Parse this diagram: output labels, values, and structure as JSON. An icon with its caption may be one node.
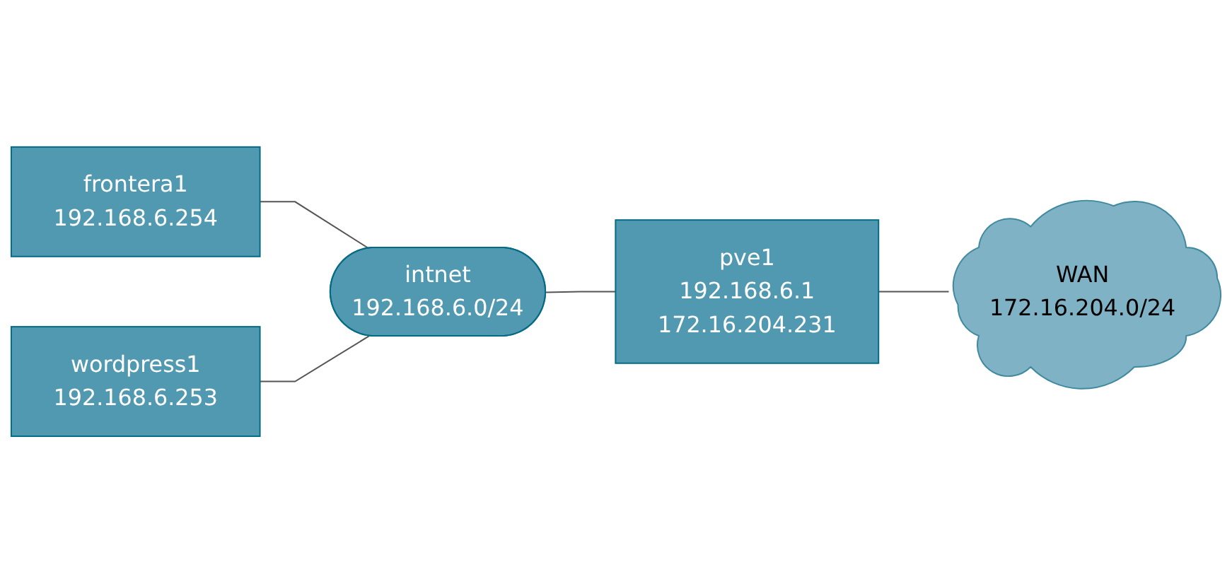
{
  "diagram": {
    "nodes": [
      {
        "text": [
          "frontera1",
          "192.168.6.254"
        ]
      },
      {
        "text": [
          "wordpress1",
          "192.168.6.253"
        ]
      },
      {
        "text": [
          "intnet",
          "192.168.6.0/24"
        ]
      },
      {
        "text": [
          "pve1",
          "192.168.6.1",
          "172.16.204.231"
        ]
      },
      {
        "text": [
          "WAN",
          "172.16.204.0/24"
        ]
      }
    ],
    "edges": [
      {
        "from": 0,
        "to": 2,
        "arrow": "none"
      },
      {
        "from": 1,
        "to": 2,
        "arrow": "none"
      },
      {
        "from": 2,
        "to": 3,
        "arrow": "none"
      },
      {
        "from": 3,
        "to": 4,
        "arrow": "none"
      }
    ]
  }
}
